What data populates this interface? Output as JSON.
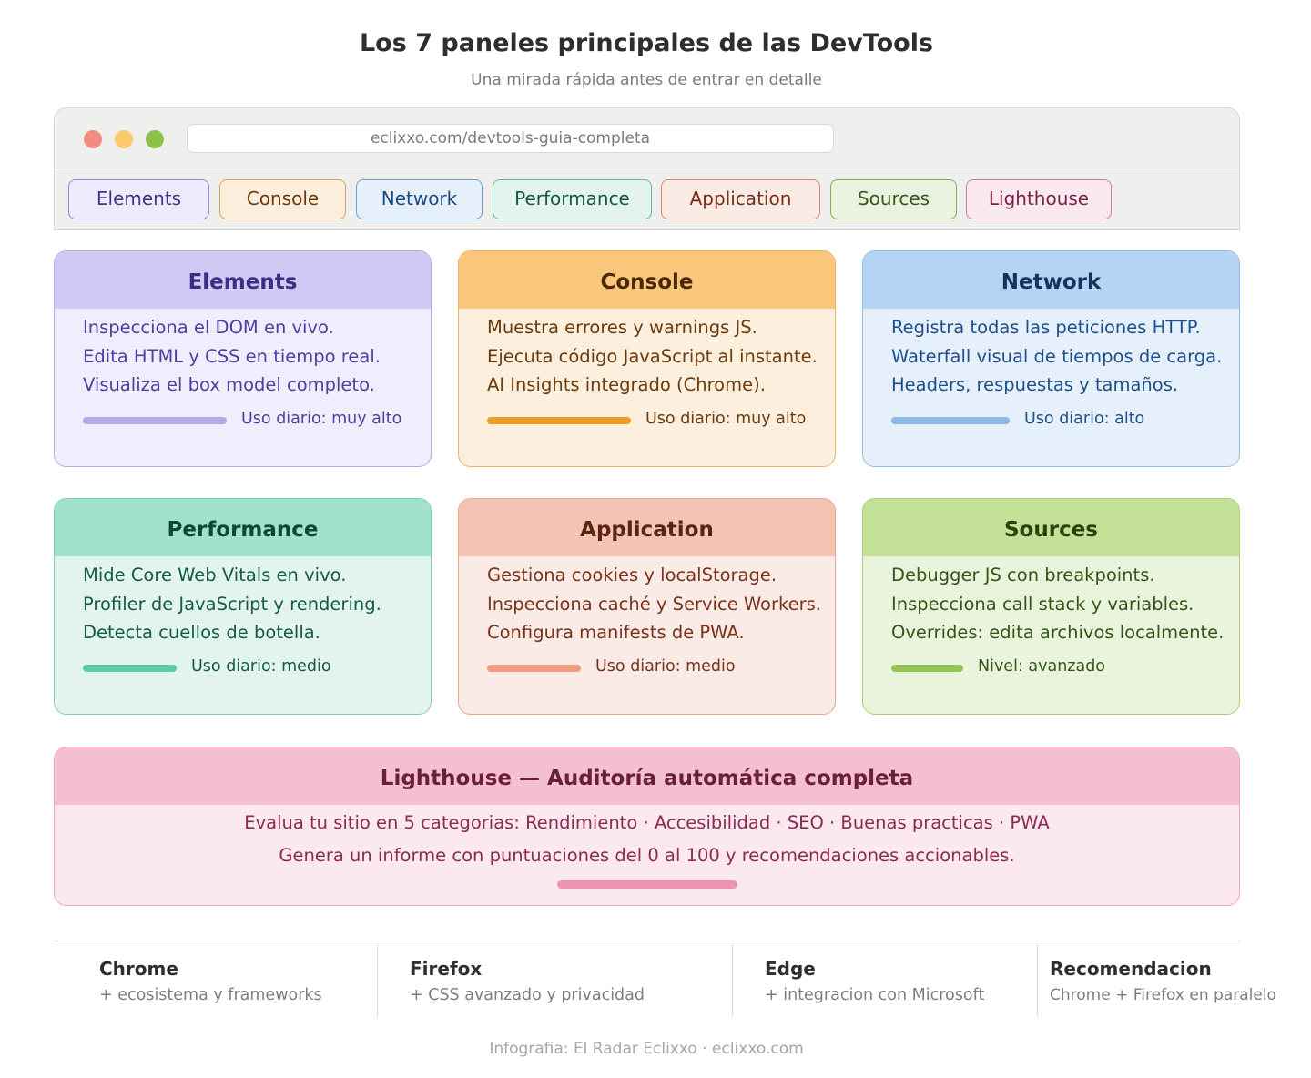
{
  "header": {
    "title": "Los 7 paneles principales de las DevTools",
    "subtitle": "Una mirada rápida antes de entrar en detalle"
  },
  "browser": {
    "url": "eclixxo.com/devtools-guia-completa",
    "tabs": [
      {
        "label": "Elements",
        "bg": "#eeecfb",
        "border": "#8f87d9",
        "color": "#3d3590"
      },
      {
        "label": "Console",
        "bg": "#fbeedd",
        "border": "#d8a063",
        "color": "#6a3a0c"
      },
      {
        "label": "Network",
        "bg": "#e6f0fb",
        "border": "#6d9fd6",
        "color": "#1c4a85"
      },
      {
        "label": "Performance",
        "bg": "#e3f4ee",
        "border": "#62bb9c",
        "color": "#15584a"
      },
      {
        "label": "Application",
        "bg": "#fbebe5",
        "border": "#d98873",
        "color": "#7a2d1a"
      },
      {
        "label": "Sources",
        "bg": "#eaf3df",
        "border": "#7fae55",
        "color": "#35561a"
      },
      {
        "label": "Lighthouse",
        "bg": "#fbe9f0",
        "border": "#cf7c9e",
        "color": "#7a2148"
      }
    ]
  },
  "panels": [
    {
      "title": "Elements",
      "lines": [
        "Inspecciona el DOM en vivo.",
        "Edita HTML y CSS en tiempo real.",
        "Visualiza el box model completo."
      ],
      "usage": "Uso diario: muy alto",
      "head_bg": "#cfcaf4",
      "body_bg": "#f0eefc",
      "border": "#b4acec",
      "title_color": "#3a2f83",
      "text_color": "#4d40a3",
      "meter_color": "#b3aaea"
    },
    {
      "title": "Console",
      "lines": [
        "Muestra errores y warnings JS.",
        "Ejecuta código JavaScript al instante.",
        "AI Insights integrado (Chrome)."
      ],
      "usage": "Uso diario: muy alto",
      "head_bg": "#f8c77b",
      "body_bg": "#fcefdd",
      "border": "#f1b45a",
      "title_color": "#4b2807",
      "text_color": "#6d3a0b",
      "meter_color": "#ee9d28"
    },
    {
      "title": "Network",
      "lines": [
        "Registra todas las peticiones HTTP.",
        "Waterfall visual de tiempos de carga.",
        "Headers, respuestas y tamaños."
      ],
      "usage": "Uso diario: alto",
      "head_bg": "#b5d3f3",
      "body_bg": "#e6f0fb",
      "border": "#93bde9",
      "title_color": "#15335f",
      "text_color": "#1f4f8d",
      "meter_color": "#8cb8e7"
    },
    {
      "title": "Performance",
      "lines": [
        "Mide Core Web Vitals en vivo.",
        "Profiler de JavaScript y rendering.",
        "Detecta cuellos de botella."
      ],
      "usage": "Uso diario: medio",
      "head_bg": "#a0e2cc",
      "body_bg": "#e2f4ed",
      "border": "#7ecfb3",
      "title_color": "#0f4637",
      "text_color": "#145b48",
      "meter_color": "#5fcaa4"
    },
    {
      "title": "Application",
      "lines": [
        "Gestiona cookies y localStorage.",
        "Inspecciona caché y Service Workers.",
        "Configura manifests de PWA."
      ],
      "usage": "Uso diario: medio",
      "head_bg": "#f5c3b2",
      "body_bg": "#faebe6",
      "border": "#efa48d",
      "title_color": "#5a2312",
      "text_color": "#7b3219",
      "meter_color": "#f09c83"
    },
    {
      "title": "Sources",
      "lines": [
        "Debugger JS con breakpoints.",
        "Inspecciona call stack y variables.",
        "Overrides: edita archivos localmente."
      ],
      "usage": "Nivel: avanzado",
      "head_bg": "#c2e096",
      "body_bg": "#eaf4dd",
      "border": "#a7d174",
      "title_color": "#28420d",
      "text_color": "#345617",
      "meter_color": "#94c556"
    }
  ],
  "lighthouse": {
    "title": "Lighthouse — Auditoría automática completa",
    "line1": "Evalua tu sitio en 5 categorias: Rendimiento · Accesibilidad · SEO · Buenas practicas · PWA",
    "line2": "Genera un informe con puntuaciones del 0 al 100 y recomendaciones accionables."
  },
  "browsers": [
    {
      "name": "Chrome",
      "desc": "+ ecosistema y frameworks"
    },
    {
      "name": "Firefox",
      "desc": "+ CSS avanzado y privacidad"
    },
    {
      "name": "Edge",
      "desc": "+ integracion con Microsoft"
    },
    {
      "name": "Recomendacion",
      "desc": "Chrome + Firefox en paralelo"
    }
  ],
  "footer": "Infografia: El Radar Eclixxo · eclixxo.com"
}
